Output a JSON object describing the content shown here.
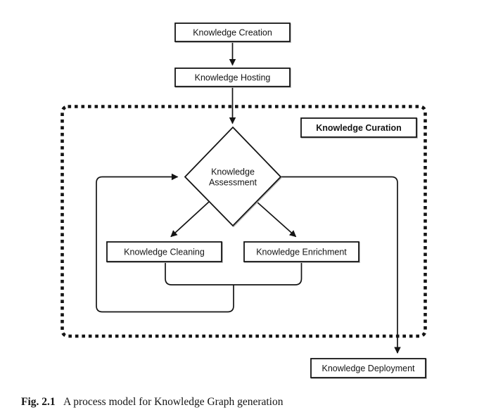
{
  "figure": {
    "label": "Fig. 2.1",
    "caption": "A process model for Knowledge Graph generation"
  },
  "diagram": {
    "type": "flowchart",
    "nodes": {
      "creation": "Knowledge Creation",
      "hosting": "Knowledge Hosting",
      "curation_region": "Knowledge Curation",
      "assessment_line1": "Knowledge",
      "assessment_line2": "Assessment",
      "cleaning": "Knowledge Cleaning",
      "enrichment": "Knowledge Enrichment",
      "deployment": "Knowledge Deployment"
    },
    "edges": [
      "Knowledge Creation -> Knowledge Hosting",
      "Knowledge Hosting -> Knowledge Assessment",
      "Knowledge Assessment -> Knowledge Cleaning",
      "Knowledge Assessment -> Knowledge Enrichment",
      "Knowledge Cleaning / Knowledge Enrichment -> Knowledge Assessment (feedback loop)",
      "Knowledge Assessment -> Knowledge Deployment"
    ],
    "colors": {
      "stroke": "#141414",
      "node_fill": "#ffffff",
      "background": "#ffffff",
      "shadow": "#b4b4b4"
    }
  }
}
